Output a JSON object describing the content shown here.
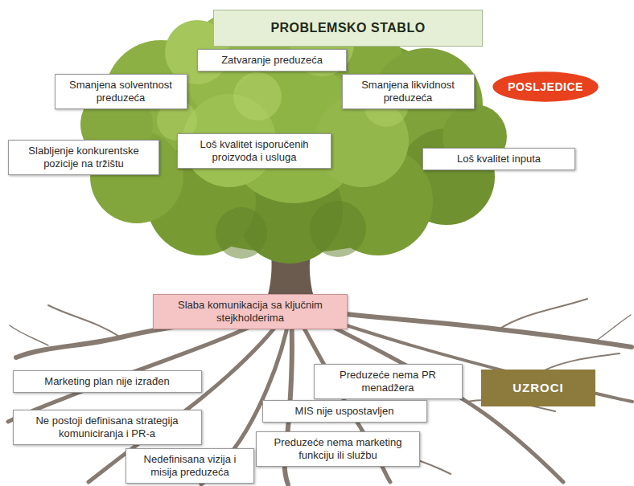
{
  "diagram": {
    "title": "PROBLEMSKO STABLO",
    "nodes": [
      {
        "text": [
          "Zatvaranje preduzeća"
        ]
      },
      {
        "text": [
          "Smanjena solventnost preduzeća"
        ]
      },
      {
        "text": [
          "Smanjena likvidnost preduzeća"
        ]
      },
      {
        "text": [
          "POSLJEDICE"
        ]
      },
      {
        "text": [
          "Slabljenje konkurentske pozicije na tržištu"
        ]
      },
      {
        "text": [
          "Loš kvalitet isporučenih proizvoda i usluga"
        ]
      },
      {
        "text": [
          "Loš kvalitet inputa"
        ]
      },
      {
        "text": [
          "Slaba komunikacija sa ključnim stejkholderima"
        ]
      },
      {
        "text": [
          "Marketing plan nije izrađen"
        ]
      },
      {
        "text": [
          "Preduzeće nema PR menadžera"
        ]
      },
      {
        "text": [
          "UZROCI"
        ]
      },
      {
        "text": [
          "MIS nije uspostavljen"
        ]
      },
      {
        "text": [
          "Ne postoji definisana strategija komuniciranja i PR-a"
        ]
      },
      {
        "text": [
          "Preduzeće nema marketing funkciju ili službu"
        ]
      },
      {
        "text": [
          "Nedefinisana vizija i misija preduzeća"
        ]
      }
    ]
  }
}
